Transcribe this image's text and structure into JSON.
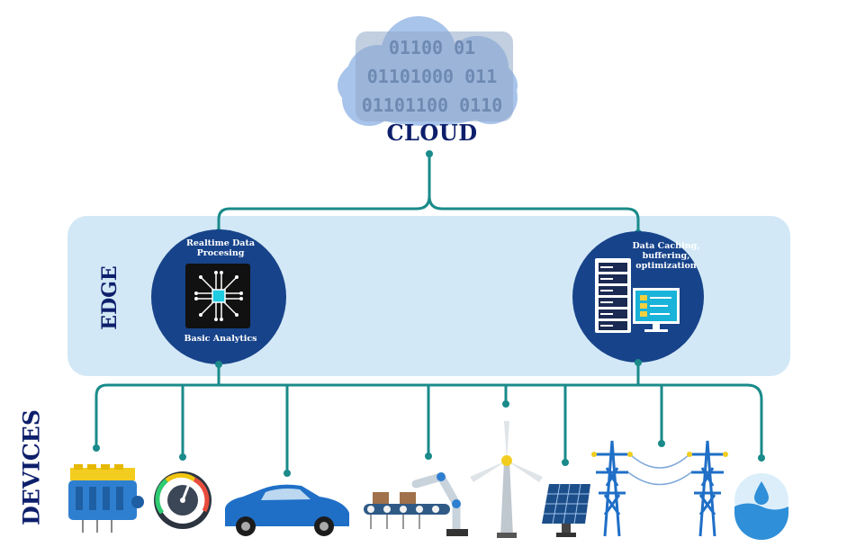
{
  "cloud": {
    "label": "CLOUD",
    "binary_lines": [
      "01100 01",
      "01101000 011",
      "01101100 0110"
    ]
  },
  "edge": {
    "label": "EDGE",
    "nodes": [
      {
        "title": "Realtime Data Procesing",
        "subtitle": "Basic Analytics"
      },
      {
        "title": "Data Caching, buffering, optimization"
      }
    ]
  },
  "devices": {
    "label": "DEVICES",
    "items": [
      "engine-block",
      "speedometer",
      "car",
      "factory-robot-conveyor",
      "wind-turbine",
      "solar-panel",
      "power-pylons",
      "water-drop"
    ]
  },
  "colors": {
    "connector": "#1a8a8a",
    "node_fill": "#17438a",
    "edge_band": "#d2e8f6",
    "label_text": "#0d1f6b",
    "cloud": "#9fbde8"
  }
}
